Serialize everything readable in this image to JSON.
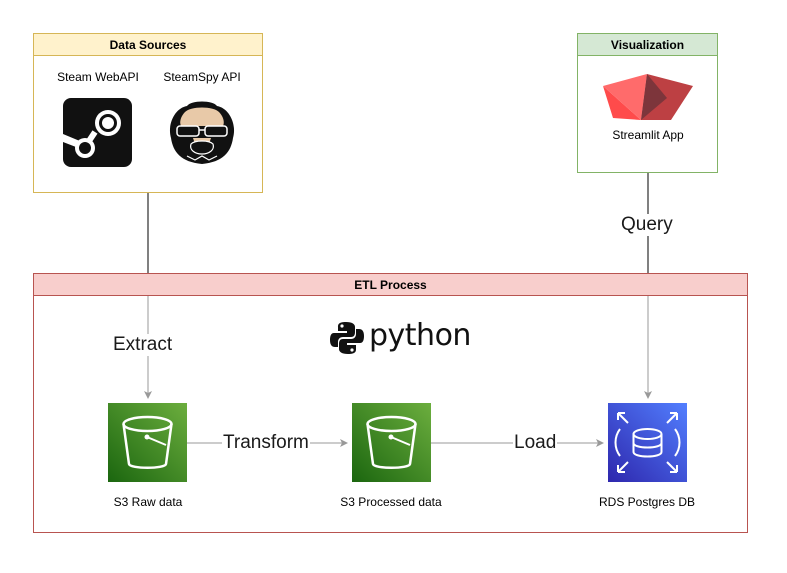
{
  "data_sources": {
    "title": "Data Sources",
    "sources": [
      {
        "label": "Steam WebAPI",
        "icon": "steam-logo-icon"
      },
      {
        "label": "SteamSpy API",
        "icon": "steamspy-logo-icon"
      }
    ]
  },
  "visualization": {
    "title": "Visualization",
    "app_label": "Streamlit App",
    "icon": "streamlit-logo-icon"
  },
  "etl": {
    "title": "ETL Process",
    "language_label": "python",
    "nodes": [
      {
        "label": "S3 Raw data",
        "icon": "s3-bucket-icon"
      },
      {
        "label": "S3 Processed data",
        "icon": "s3-bucket-icon"
      },
      {
        "label": "RDS Postgres DB",
        "icon": "rds-database-icon"
      }
    ]
  },
  "edges": {
    "extract": "Extract",
    "transform": "Transform",
    "load": "Load",
    "query": "Query"
  },
  "colors": {
    "sources_border": "#d6b656",
    "sources_header": "#fff2cc",
    "viz_border": "#82b366",
    "viz_header": "#d5e8d4",
    "etl_border": "#b85450",
    "etl_header": "#f8cecc",
    "s3_green": "#3f8624",
    "rds_blue": "#3334b9"
  }
}
